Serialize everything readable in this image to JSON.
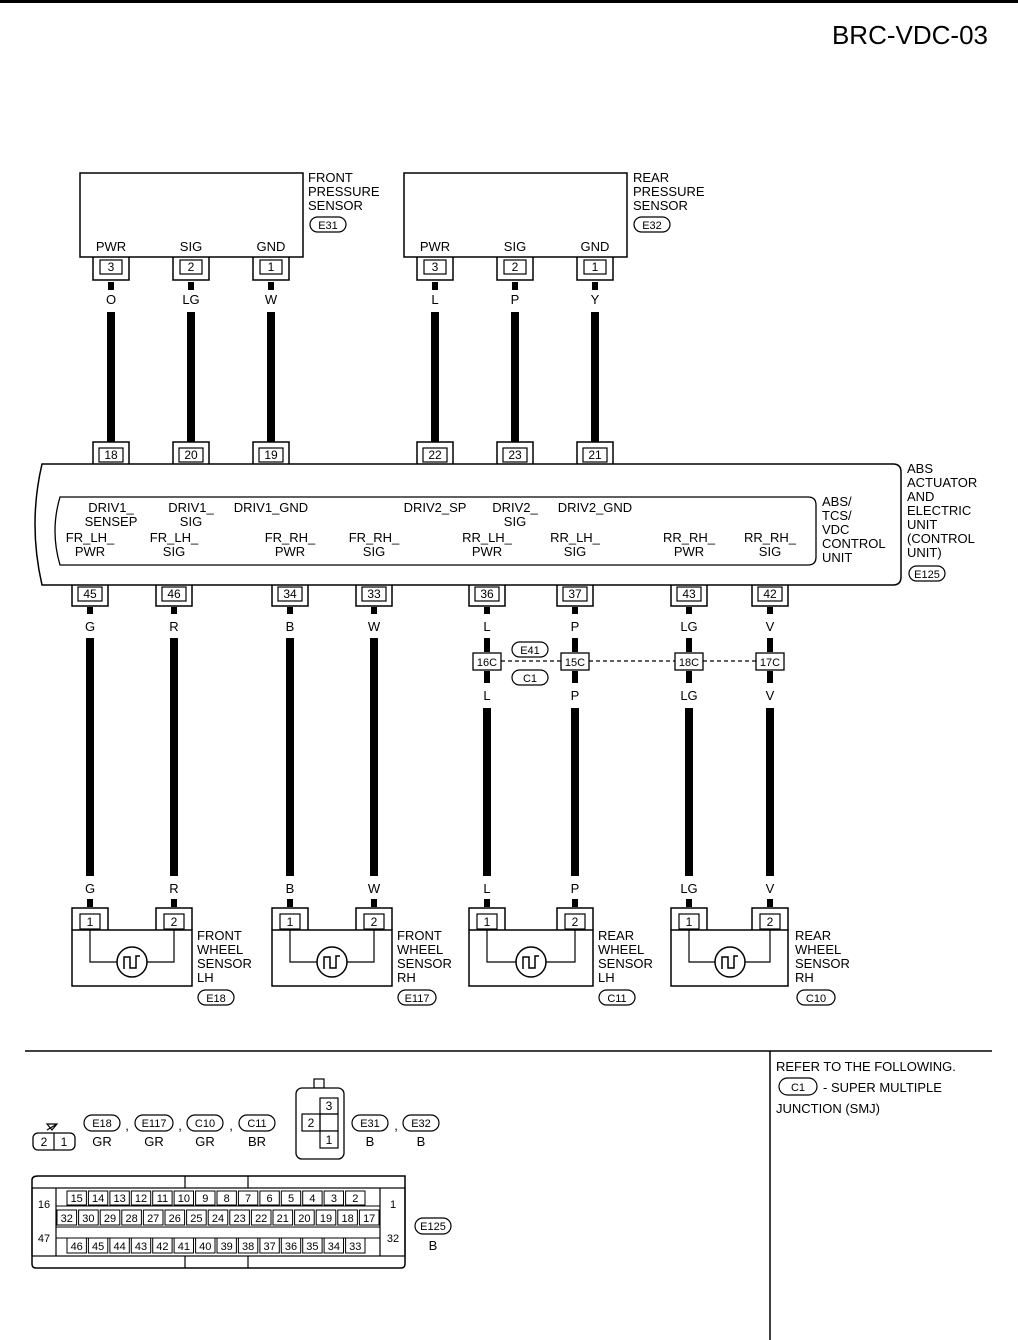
{
  "page_id": "BRC-VDC-03",
  "front_pressure_sensor": {
    "name_lines": [
      "FRONT",
      "PRESSURE",
      "SENSOR"
    ],
    "connector": "E31",
    "terminals": [
      {
        "name": "PWR",
        "pin": "3",
        "color": "O"
      },
      {
        "name": "SIG",
        "pin": "2",
        "color": "LG"
      },
      {
        "name": "GND",
        "pin": "1",
        "color": "W"
      }
    ]
  },
  "rear_pressure_sensor": {
    "name_lines": [
      "REAR",
      "PRESSURE",
      "SENSOR"
    ],
    "connector": "E32",
    "terminals": [
      {
        "name": "PWR",
        "pin": "3",
        "color": "L"
      },
      {
        "name": "SIG",
        "pin": "2",
        "color": "P"
      },
      {
        "name": "GND",
        "pin": "1",
        "color": "Y"
      }
    ]
  },
  "abs_unit": {
    "name_lines": [
      "ABS",
      "ACTUATOR",
      "AND",
      "ELECTRIC",
      "UNIT",
      "(CONTROL",
      "UNIT)"
    ],
    "connector": "E125",
    "control_unit_lines": [
      "ABS/",
      "TCS/",
      "VDC",
      "CONTROL",
      "UNIT"
    ],
    "top_pins": [
      "18",
      "20",
      "19",
      "22",
      "23",
      "21"
    ],
    "top_signals": [
      [
        "DRIV1_",
        "SENSEP"
      ],
      [
        "DRIV1_",
        "SIG"
      ],
      [
        "DRIV1_GND"
      ],
      [
        "DRIV2_SP"
      ],
      [
        "DRIV2_",
        "SIG"
      ],
      [
        "DRIV2_GND"
      ]
    ],
    "bottom_pins": [
      "45",
      "46",
      "34",
      "33",
      "36",
      "37",
      "43",
      "42"
    ],
    "bottom_signals": [
      [
        "FR_LH_",
        "PWR"
      ],
      [
        "FR_LH_",
        "SIG"
      ],
      [
        "FR_RH_",
        "PWR"
      ],
      [
        "FR_RH_",
        "SIG"
      ],
      [
        "RR_LH_",
        "PWR"
      ],
      [
        "RR_LH_",
        "SIG"
      ],
      [
        "RR_RH_",
        "PWR"
      ],
      [
        "RR_RH_",
        "SIG"
      ]
    ],
    "bottom_colors": [
      "G",
      "R",
      "B",
      "W",
      "L",
      "P",
      "LG",
      "V"
    ]
  },
  "smj": {
    "connectors": [
      "E41",
      "C1"
    ],
    "pins": [
      "16C",
      "15C",
      "18C",
      "17C"
    ],
    "colors_after": [
      "L",
      "P",
      "LG",
      "V"
    ]
  },
  "wheel_sensors": [
    {
      "name_lines": [
        "FRONT",
        "WHEEL",
        "SENSOR",
        "LH"
      ],
      "connector": "E18",
      "colors": [
        "G",
        "R"
      ],
      "pins": [
        "1",
        "2"
      ]
    },
    {
      "name_lines": [
        "FRONT",
        "WHEEL",
        "SENSOR",
        "RH"
      ],
      "connector": "E117",
      "colors": [
        "B",
        "W"
      ],
      "pins": [
        "1",
        "2"
      ]
    },
    {
      "name_lines": [
        "REAR",
        "WHEEL",
        "SENSOR",
        "LH"
      ],
      "connector": "C11",
      "colors": [
        "L",
        "P"
      ],
      "pins": [
        "1",
        "2"
      ]
    },
    {
      "name_lines": [
        "REAR",
        "WHEEL",
        "SENSOR",
        "RH"
      ],
      "connector": "C10",
      "colors": [
        "LG",
        "V"
      ],
      "pins": [
        "1",
        "2"
      ]
    }
  ],
  "legend": {
    "two_pin_face": [
      "2",
      "1"
    ],
    "two_pin_group": [
      {
        "id": "E18",
        "color": "GR"
      },
      {
        "id": "E117",
        "color": "GR"
      },
      {
        "id": "C10",
        "color": "GR"
      },
      {
        "id": "C11",
        "color": "BR"
      }
    ],
    "three_pin_face": [
      "3",
      "2",
      "1"
    ],
    "three_pin_group": [
      {
        "id": "E31",
        "color": "B"
      },
      {
        "id": "E32",
        "color": "B"
      }
    ],
    "e125": {
      "id": "E125",
      "color": "B",
      "row1": [
        "15",
        "14",
        "13",
        "12",
        "11",
        "10",
        "9",
        "8",
        "7",
        "6",
        "5",
        "4",
        "3",
        "2"
      ],
      "row2": [
        "32",
        "30",
        "29",
        "28",
        "27",
        "26",
        "25",
        "24",
        "23",
        "22",
        "21",
        "20",
        "19",
        "18",
        "17"
      ],
      "row3": [
        "46",
        "45",
        "44",
        "43",
        "42",
        "41",
        "40",
        "39",
        "38",
        "37",
        "36",
        "35",
        "34",
        "33"
      ],
      "left_top": "16",
      "left_bottom": "47",
      "right_top": "1",
      "right_bottom": "32"
    },
    "refer": {
      "heading": "REFER TO THE FOLLOWING.",
      "connector": "C1",
      "desc": "- SUPER MULTIPLE",
      "desc2": "JUNCTION (SMJ)"
    }
  }
}
